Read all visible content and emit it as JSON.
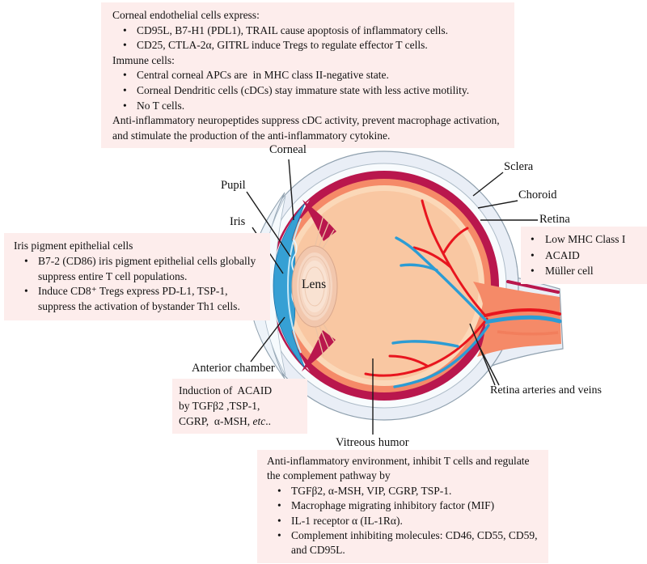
{
  "ui": {
    "bullet": "•"
  },
  "colors": {
    "note_box_bg": "#fdedec",
    "choroid_crimson": "#b9174d",
    "retina_salmon": "#f58a68",
    "vitreous_peach": "#f9c7a2",
    "sclera_band": "#e9eef6",
    "iris_blue": "#36a0d4",
    "lens_peach": "#f2c7ad",
    "artery_red": "#e8151e",
    "vein_blue": "#2c9cd4"
  },
  "boxes": {
    "corneal": {
      "title": "Corneal endothelial cells express:",
      "bullets1": [
        "CD95L, B7-H1 (PDL1), TRAIL cause apoptosis of inflammatory cells.",
        "CD25, CTLA-2α, GITRL induce Tregs to regulate effector T cells."
      ],
      "subtitle": "Immune cells:",
      "bullets2": [
        "Central corneal APCs are  in MHC class II-negative state.",
        "Corneal Dendritic cells (cDCs) stay immature state with less active motility.",
        "No T cells."
      ],
      "footer": "Anti-inflammatory neuropeptides suppress cDC activity, prevent macrophage activation,  and stimulate the production of the anti-inflammatory cytokine."
    },
    "iris": {
      "title": "Iris pigment epithelial cells",
      "bullets": [
        "B7-2 (CD86) iris pigment epithelial cells globally suppress entire T cell populations.",
        "Induce CD8⁺ Tregs express PD-L1, TSP-1, suppress the activation of bystander Th1 cells."
      ]
    },
    "acaid": {
      "line1": "Induction of  ACAID",
      "line2": "by TGFβ2 ,TSP-1,",
      "line3_pre": "CGRP,  α-MSH, ",
      "line3_italic": "etc",
      "line3_post": ".."
    },
    "retina": {
      "bullets": [
        "Low MHC Class I",
        "ACAID",
        "Müller cell"
      ]
    },
    "vitreous": {
      "intro": "Anti-inflammatory environment, inhibit T cells and regulate the complement pathway by",
      "bullets": [
        "TGFβ2, α-MSH, VIP, CGRP, TSP-1.",
        "Macrophage migrating inhibitory factor (MIF)",
        "IL-1 receptor α (IL-1Rα).",
        "Complement inhibiting molecules: CD46, CD55, CD59, and CD95L."
      ]
    }
  },
  "labels": {
    "corneal": "Corneal",
    "pupil": "Pupil",
    "iris": "Iris",
    "lens": "Lens",
    "sclera": "Sclera",
    "choroid": "Choroid",
    "retina": "Retina",
    "anterior_chamber": "Anterior chamber",
    "vitreous_humor": "Vitreous humor",
    "retina_vessels": "Retina arteries and veins"
  }
}
